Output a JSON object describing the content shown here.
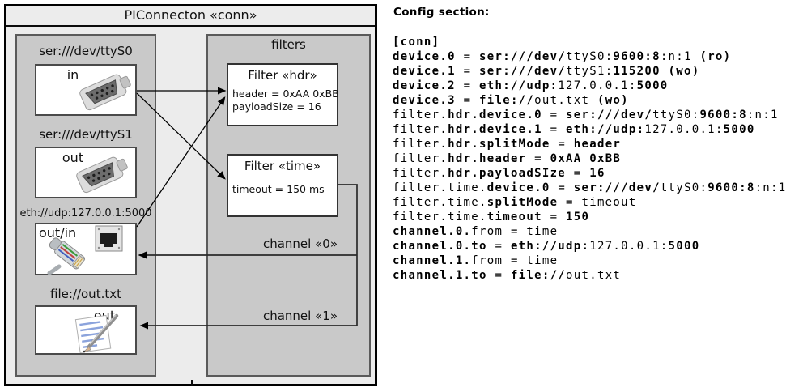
{
  "colors": {
    "outer_bg": "#ececec",
    "panel_bg": "#c9c9c9",
    "box_bg": "#ffffff",
    "outline": "#000000",
    "panel_border": "#5a5a5a"
  },
  "diagram": {
    "title": "PIConnecton «conn»",
    "devices": [
      {
        "label": "ser:///dev/ttyS0",
        "direction": "in",
        "icon": "serial-port-icon"
      },
      {
        "label": "ser:///dev/ttyS1",
        "direction": "out",
        "icon": "serial-port-icon"
      },
      {
        "label": "eth://udp:127.0.0.1:5000",
        "direction": "out/in",
        "icon": "ethernet-icon"
      },
      {
        "label": "file://out.txt",
        "direction": "out",
        "icon": "notepad-icon"
      }
    ],
    "filters_panel_label": "filters",
    "filters": [
      {
        "title": "Filter «hdr»",
        "attributes": [
          "header = 0xAA 0xBB",
          "payloadSize = 16"
        ]
      },
      {
        "title": "Filter «time»",
        "attributes": [
          "timeout = 150 ms"
        ]
      }
    ],
    "channels": [
      {
        "label": "channel «0»"
      },
      {
        "label": "channel «1»"
      }
    ]
  },
  "config": {
    "heading": "Config section:",
    "lines": [
      [
        [
          "[conn]",
          1
        ]
      ],
      [
        [
          "device.0",
          1
        ],
        [
          " = ",
          0
        ],
        [
          "ser:///dev/",
          1
        ],
        [
          "ttyS0:",
          0
        ],
        [
          "9600:8",
          1
        ],
        [
          ":n:1 ",
          0
        ],
        [
          "(ro)",
          1
        ]
      ],
      [
        [
          "device.1",
          1
        ],
        [
          " = ",
          0
        ],
        [
          "ser:///dev/",
          1
        ],
        [
          "ttyS1:",
          0
        ],
        [
          "115200",
          1
        ],
        [
          " ",
          0
        ],
        [
          "(wo)",
          1
        ]
      ],
      [
        [
          "device.2",
          1
        ],
        [
          " = ",
          0
        ],
        [
          "eth://udp:",
          1
        ],
        [
          "127.0.0.1:",
          0
        ],
        [
          "5000",
          1
        ]
      ],
      [
        [
          "device.3",
          1
        ],
        [
          " = ",
          0
        ],
        [
          "file://",
          1
        ],
        [
          "out.txt ",
          0
        ],
        [
          "(wo)",
          1
        ]
      ],
      [
        [
          "filter.",
          0
        ],
        [
          "hdr.device.0",
          1
        ],
        [
          " = ",
          0
        ],
        [
          "ser:///dev/",
          1
        ],
        [
          "ttyS0:",
          0
        ],
        [
          "9600:8",
          1
        ],
        [
          ":n:1",
          0
        ]
      ],
      [
        [
          "filter.",
          0
        ],
        [
          "hdr.device.1",
          1
        ],
        [
          " = ",
          0
        ],
        [
          "eth://udp:",
          1
        ],
        [
          "127.0.0.1:",
          0
        ],
        [
          "5000",
          1
        ]
      ],
      [
        [
          "filter.",
          0
        ],
        [
          "hdr.splitMode",
          1
        ],
        [
          " = ",
          0
        ],
        [
          "header",
          1
        ]
      ],
      [
        [
          "filter.",
          0
        ],
        [
          "hdr.header",
          1
        ],
        [
          " = ",
          0
        ],
        [
          "0xAA 0xBB",
          1
        ]
      ],
      [
        [
          "filter.",
          0
        ],
        [
          "hdr.payloadSIze",
          1
        ],
        [
          " = ",
          0
        ],
        [
          "16",
          1
        ]
      ],
      [
        [
          "filter.time.",
          0
        ],
        [
          "device.0",
          1
        ],
        [
          " = ",
          0
        ],
        [
          "ser:///dev/",
          1
        ],
        [
          "ttyS0:",
          0
        ],
        [
          "9600:8",
          1
        ],
        [
          ":n:1",
          0
        ]
      ],
      [
        [
          "filter.time.",
          0
        ],
        [
          "splitMode",
          1
        ],
        [
          " = ",
          0
        ],
        [
          "timeout",
          0
        ]
      ],
      [
        [
          "filter.time.",
          0
        ],
        [
          "timeout",
          1
        ],
        [
          " = ",
          0
        ],
        [
          "150",
          1
        ]
      ],
      [
        [
          "channel.0.",
          1
        ],
        [
          "from",
          0
        ],
        [
          " = ",
          0
        ],
        [
          "time",
          0
        ]
      ],
      [
        [
          "channel.0.to",
          1
        ],
        [
          " = ",
          0
        ],
        [
          "eth://udp:",
          1
        ],
        [
          "127.0.0.1:",
          0
        ],
        [
          "5000",
          1
        ]
      ],
      [
        [
          "channel.1.",
          1
        ],
        [
          "from",
          0
        ],
        [
          " = ",
          0
        ],
        [
          "time",
          0
        ]
      ],
      [
        [
          "channel.1.to",
          1
        ],
        [
          " = ",
          0
        ],
        [
          "file://",
          1
        ],
        [
          "out.txt",
          0
        ]
      ]
    ]
  }
}
